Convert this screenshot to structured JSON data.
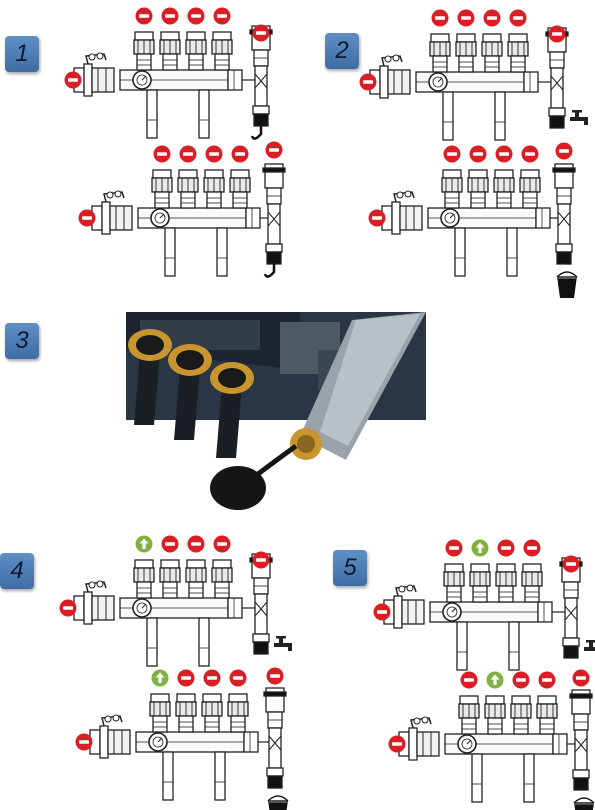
{
  "steps": [
    {
      "number": "1"
    },
    {
      "number": "2"
    },
    {
      "number": "3"
    },
    {
      "number": "4"
    },
    {
      "number": "5"
    }
  ],
  "colors": {
    "stop": "#d81f26",
    "open": "#7fb241",
    "badge": "#4a7bb4",
    "line": "#222222",
    "brass": "#c8952e",
    "steel": "#9aa3ab"
  },
  "icons": {
    "closed_valve": "no-entry-icon",
    "open_valve": "up-arrow-icon",
    "drain_tap": "tap-icon",
    "bucket": "bucket-icon"
  }
}
